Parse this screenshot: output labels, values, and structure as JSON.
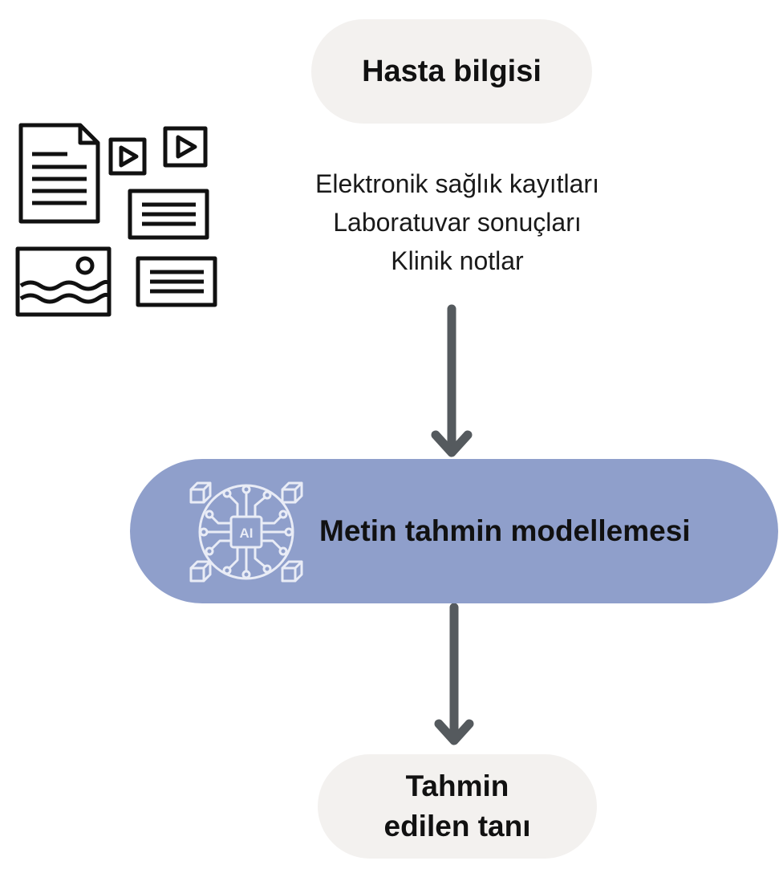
{
  "diagram": {
    "input_node": {
      "label": "Hasta bilgisi"
    },
    "sources": [
      "Elektronik sağlık kayıtları",
      "Laboratuvar sonuçları",
      "Klinik notlar"
    ],
    "model_node": {
      "label": "Metin tahmin modellemesi",
      "icon": "ai-chip-icon",
      "icon_text": "AI"
    },
    "output_node": {
      "line1": "Tahmin",
      "line2": "edilen tanı"
    },
    "icons": [
      "document-icon",
      "video-icon",
      "video-icon",
      "text-card-icon",
      "image-icon",
      "text-card-icon",
      "arrow-down-icon"
    ],
    "colors": {
      "node_fill": "#f3f1ef",
      "model_fill": "#8f9fcb",
      "arrow": "#555a5e",
      "icon_stroke": "#111111",
      "chip_stroke": "#e9ecf6"
    }
  }
}
